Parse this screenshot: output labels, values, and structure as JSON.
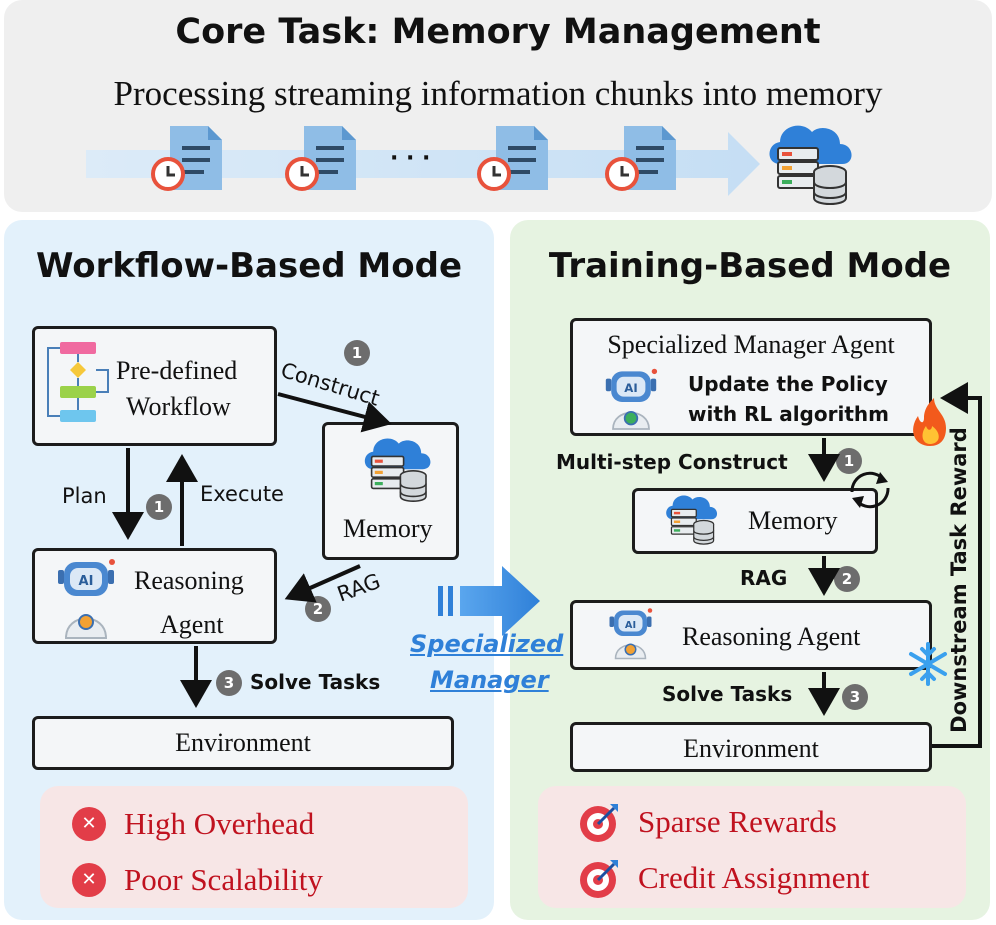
{
  "header": {
    "title": "Core Task: Memory Management",
    "subtitle": "Processing streaming information chunks into memory",
    "ellipsis": "· · ·",
    "icons": [
      "document-clock-icon",
      "document-clock-icon",
      "document-clock-icon",
      "document-clock-icon",
      "cloud-database-icon"
    ]
  },
  "workflow": {
    "title": "Workflow-Based Mode",
    "workflow_box": "Pre-defined\nWorkflow",
    "workflow_line1": "Pre-defined",
    "workflow_line2": "Workflow",
    "memory": "Memory",
    "agent_line1": "Reasoning",
    "agent_line2": "Agent",
    "environment": "Environment",
    "construct": "Construct",
    "plan": "Plan",
    "execute": "Execute",
    "rag": "RAG",
    "solve": "Solve Tasks",
    "steps": [
      "1",
      "1",
      "2",
      "3"
    ],
    "cons": [
      "High Overhead",
      "Poor Scalability"
    ]
  },
  "transition": {
    "line1": "Specialized",
    "line2": "Manager"
  },
  "training": {
    "title": "Training-Based Mode",
    "manager_title": "Specialized Manager Agent",
    "policy_line1": "Update the Policy",
    "policy_line2": "with RL algorithm",
    "multi_step": "Multi-step Construct",
    "memory": "Memory",
    "rag": "RAG",
    "agent": "Reasoning Agent",
    "solve": "Solve Tasks",
    "environment": "Environment",
    "reward": "Downstream Task Reward",
    "steps": [
      "1",
      "2",
      "3"
    ],
    "cons": [
      "Sparse Rewards",
      "Credit Assignment"
    ]
  },
  "colors": {
    "header_bg": "#efefef",
    "left_bg": "#e3f1fb",
    "right_bg": "#e6f3e1",
    "cons_bg": "#f7e6e6",
    "accent_blue": "#2f80d8",
    "con_red": "#c0121f"
  }
}
